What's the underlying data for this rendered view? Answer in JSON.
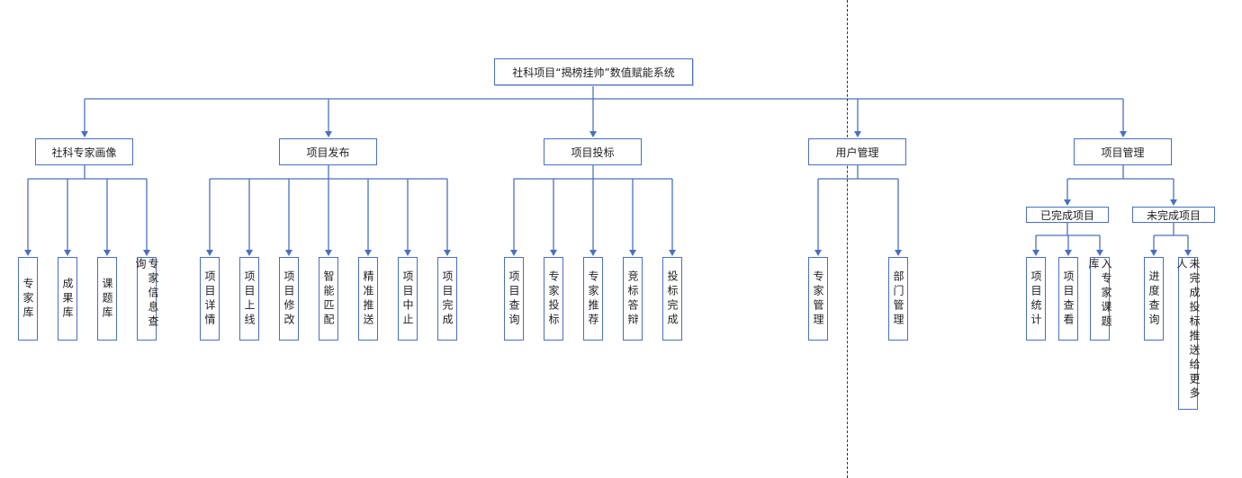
{
  "root": {
    "label": "社科项目“揭榜挂帅”数值赋能系统"
  },
  "modules": [
    {
      "label": "社科专家画像",
      "children": [
        "专家库",
        "成果库",
        "课题库",
        "专家信息查询"
      ]
    },
    {
      "label": "项目发布",
      "children": [
        "项目详情",
        "项目上线",
        "项目修改",
        "智能匹配",
        "精准推送",
        "项目中止",
        "项目完成"
      ]
    },
    {
      "label": "项目投标",
      "children": [
        "项目查询",
        "专家投标",
        "专家推荐",
        "竞标答辩",
        "投标完成"
      ]
    },
    {
      "label": "用户管理",
      "children": [
        "专家管理",
        "部门管理"
      ]
    },
    {
      "label": "项目管理",
      "groups": [
        {
          "label": "已完成项目",
          "children": [
            "项目统计",
            "项目查看",
            "入专家课题库"
          ]
        },
        {
          "label": "未完成项目",
          "children": [
            "进度查询",
            "未完成投标推送给更多人"
          ]
        }
      ]
    }
  ],
  "colors": {
    "line": "#4a6fbf",
    "border": "#4a6fbf",
    "divider": "#333333"
  }
}
